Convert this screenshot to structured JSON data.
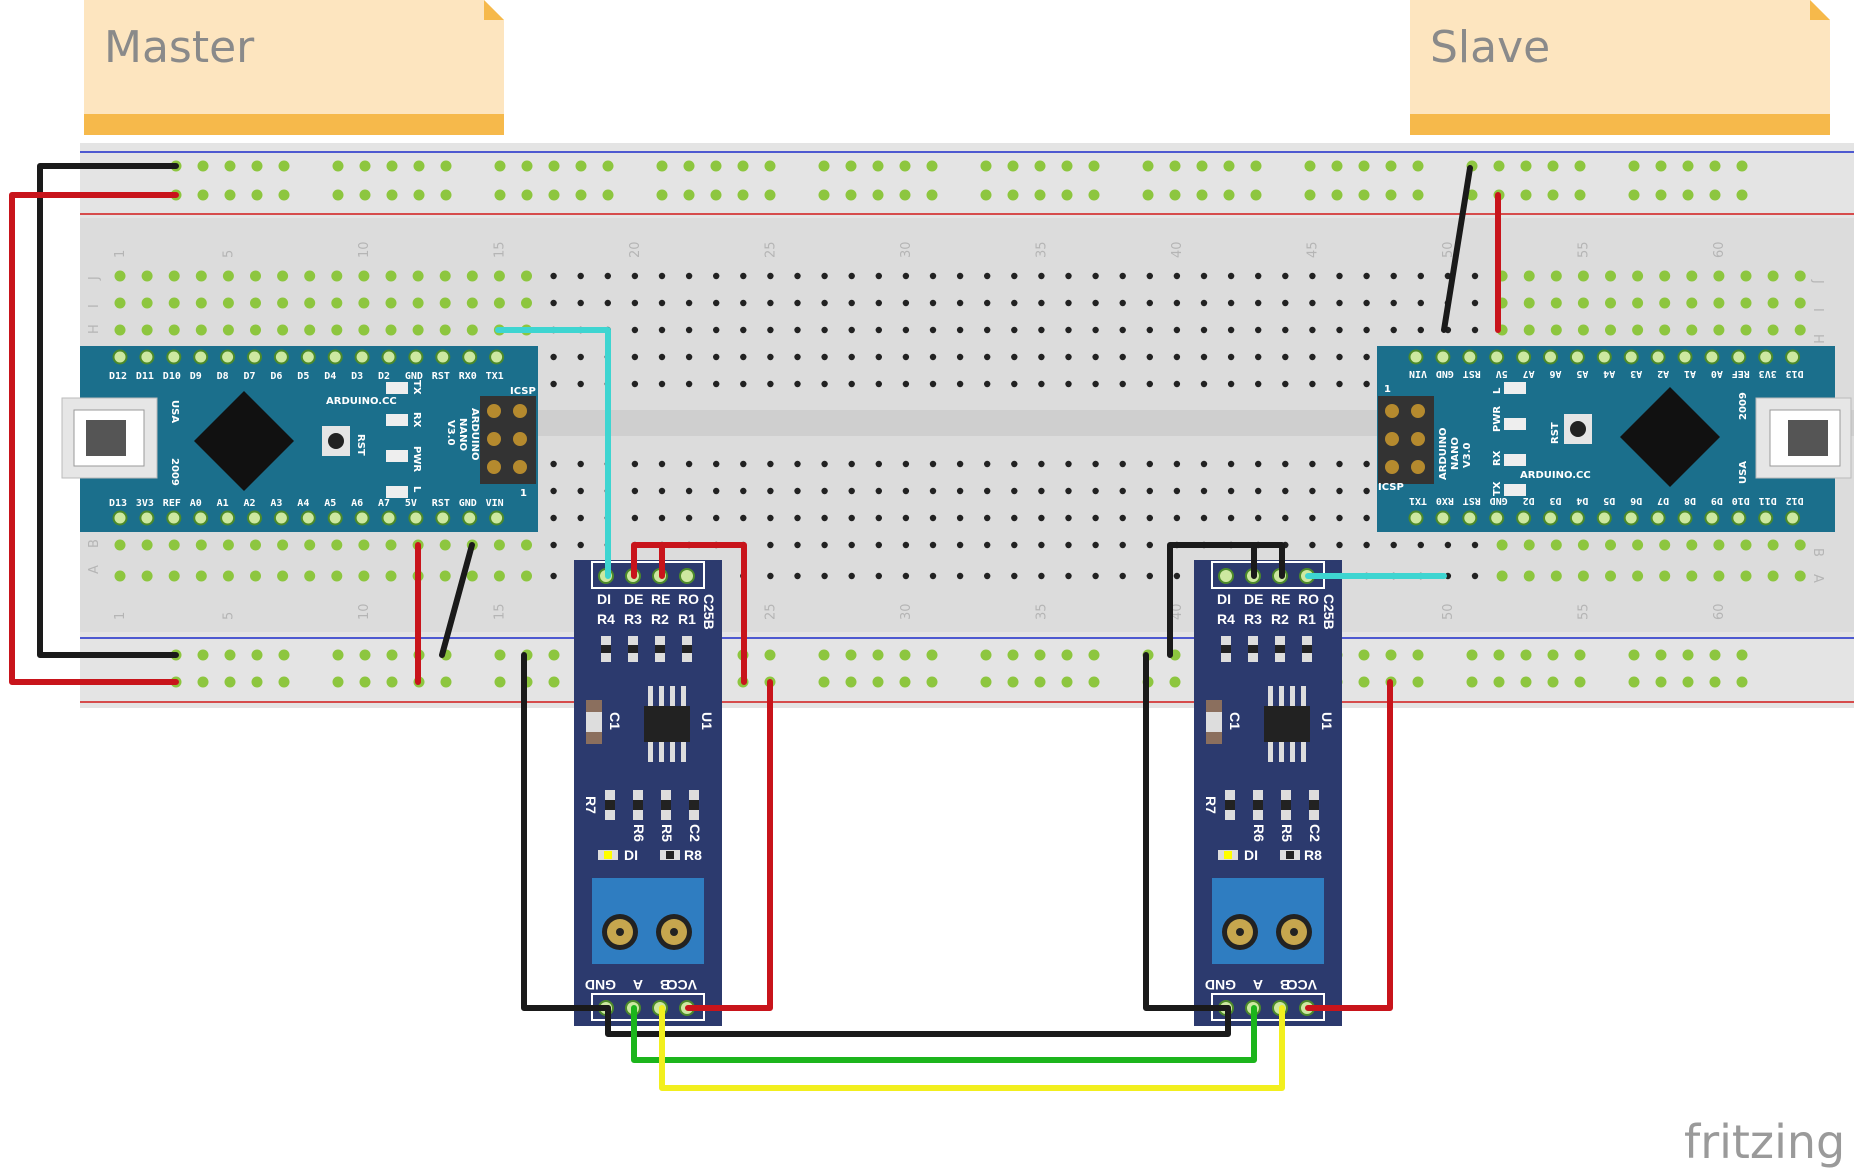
{
  "notes": {
    "master": "Master",
    "slave": "Slave"
  },
  "breadboard": {
    "column_numbers": [
      "1",
      "5",
      "10",
      "15",
      "20",
      "25",
      "30",
      "35",
      "40",
      "45",
      "50",
      "55",
      "60"
    ],
    "row_letters_top": [
      "J",
      "I",
      "H"
    ],
    "row_letters_bottom": [
      "B",
      "A"
    ]
  },
  "nano_master": {
    "top_pins": [
      "D12",
      "D11",
      "D10",
      "D9",
      "D8",
      "D7",
      "D6",
      "D5",
      "D4",
      "D3",
      "D2",
      "GND",
      "RST",
      "RX0",
      "TX1"
    ],
    "bottom_pins": [
      "D13",
      "3V3",
      "REF",
      "A0",
      "A1",
      "A2",
      "A3",
      "A4",
      "A5",
      "A6",
      "A7",
      "5V",
      "RST",
      "GND",
      "VIN"
    ],
    "board_text": [
      "ARDUINO",
      "NANO",
      "V3.0"
    ],
    "site": "ARDUINO.CC",
    "icsp": "ICSP",
    "leds": [
      "TX",
      "RX",
      "PWR",
      "L"
    ],
    "rst": "RST",
    "usa": "USA",
    "year": "2009",
    "marker": "1"
  },
  "nano_slave": {
    "top_pins": [
      "VIN",
      "GND",
      "RST",
      "5V",
      "A7",
      "A6",
      "A5",
      "A4",
      "A3",
      "A2",
      "A1",
      "A0",
      "REF",
      "3V3",
      "D13"
    ],
    "bottom_pins": [
      "TX1",
      "RX0",
      "RST",
      "GND",
      "D2",
      "D3",
      "D4",
      "D5",
      "D6",
      "D7",
      "D8",
      "D9",
      "D10",
      "D11",
      "D12"
    ],
    "board_text": [
      "ARDUINO",
      "NANO",
      "V3.0"
    ],
    "site": "ARDUINO.CC",
    "icsp": "ICSP",
    "leds": [
      "L",
      "PWR",
      "RX",
      "TX"
    ],
    "rst": "RST",
    "usa": "USA",
    "year": "2009",
    "marker": "1"
  },
  "rs485_module": {
    "top_pins": [
      "DI",
      "DE",
      "RE",
      "RO"
    ],
    "resistors_top": [
      "R4",
      "R3",
      "R2",
      "R1"
    ],
    "model": "C25B",
    "c1": "C1",
    "u1": "U1",
    "r7": "R7",
    "resistors_mid": [
      "R6",
      "R5",
      "C2"
    ],
    "di_led": "DI",
    "r8": "R8",
    "bottom_pins": [
      "GND",
      "A",
      "B",
      "VCC"
    ]
  },
  "brand": "fritzing",
  "colors": {
    "breadboard": "#d9d9d9",
    "nano": "#1b6f8c",
    "rs485": "#2c3a6e",
    "note": "#fde5bf",
    "note_band": "#f6b94b",
    "wire_black": "#1a1a1a",
    "wire_red": "#c8141b",
    "wire_cyan": "#3ed5d1",
    "wire_green": "#1cb51c",
    "wire_yellow": "#f2ef1e"
  }
}
